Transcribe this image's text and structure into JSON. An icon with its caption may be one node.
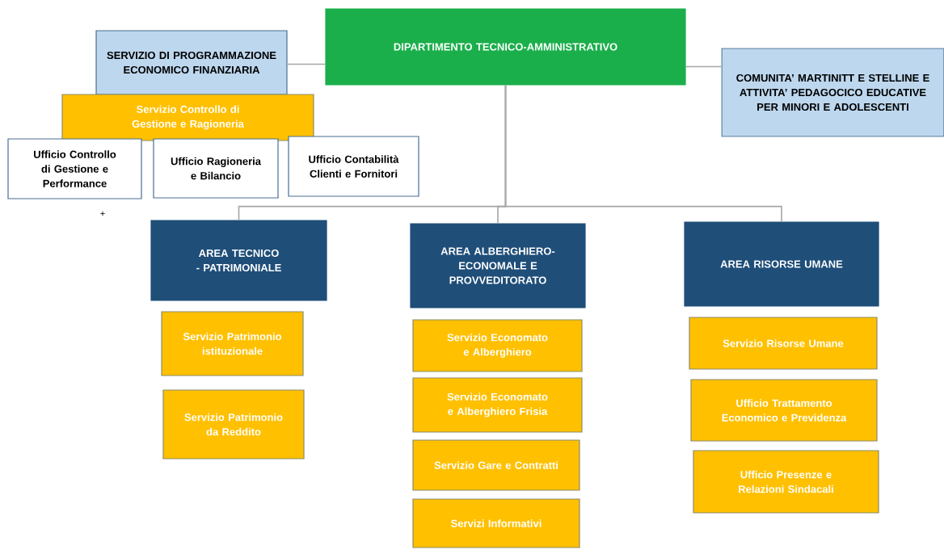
{
  "diagram": {
    "nodes": [
      {
        "text": [
          "DIPARTIMENTO TECNICO-AMMINISTRATIVO"
        ]
      },
      {
        "text": [
          "SERVIZIO DI PROGRAMMAZIONE ECONOMICO FINANZIARIA"
        ]
      },
      {
        "text": [
          "Servizio Controllo di Gestione e Ragioneria"
        ]
      },
      {
        "text": [
          "Ufficio Controllo di Gestione e Performance"
        ]
      },
      {
        "text": [
          "Ufficio Ragioneria e Bilancio"
        ]
      },
      {
        "text": [
          "Ufficio Contabilità Clienti e Fornitori"
        ]
      },
      {
        "text": [
          "COMUNITA’ MARTINITT E STELLINE E ATTIVITA’ PEDAGOCICO EDUCATIVE PER MINORI E ADOLESCENTI"
        ]
      },
      {
        "text": [
          "AREA TECNICO - PATRIMONIALE"
        ]
      },
      {
        "text": [
          "Servizio Patrimonio istituzionale"
        ]
      },
      {
        "text": [
          "Servizio Patrimonio da Reddito"
        ]
      },
      {
        "text": [
          "AREA ALBERGHIERO-ECONOMALE E PROVVEDITORATO"
        ]
      },
      {
        "text": [
          "Servizio Economato e Alberghiero"
        ]
      },
      {
        "text": [
          "Servizio Economato e Alberghiero Frisia"
        ]
      },
      {
        "text": [
          "Servizio Gare e Contratti"
        ]
      },
      {
        "text": [
          "Servizi Informativi"
        ]
      },
      {
        "text": [
          "AREA RISORSE UMANE"
        ]
      },
      {
        "text": [
          "Servizio Risorse Umane"
        ]
      },
      {
        "text": [
          "Ufficio Trattamento Economico e Previdenza"
        ]
      },
      {
        "text": [
          "Ufficio Presenze e Relazioni Sindacali"
        ]
      }
    ],
    "edges": [
      {
        "from": 0,
        "to": 1,
        "arrow": "none"
      },
      {
        "from": 0,
        "to": 6,
        "arrow": "none"
      },
      {
        "from": 0,
        "to": 7,
        "arrow": "none"
      },
      {
        "from": 0,
        "to": 10,
        "arrow": "none"
      },
      {
        "from": 0,
        "to": 15,
        "arrow": "none"
      }
    ],
    "labels": [
      "+"
    ]
  }
}
